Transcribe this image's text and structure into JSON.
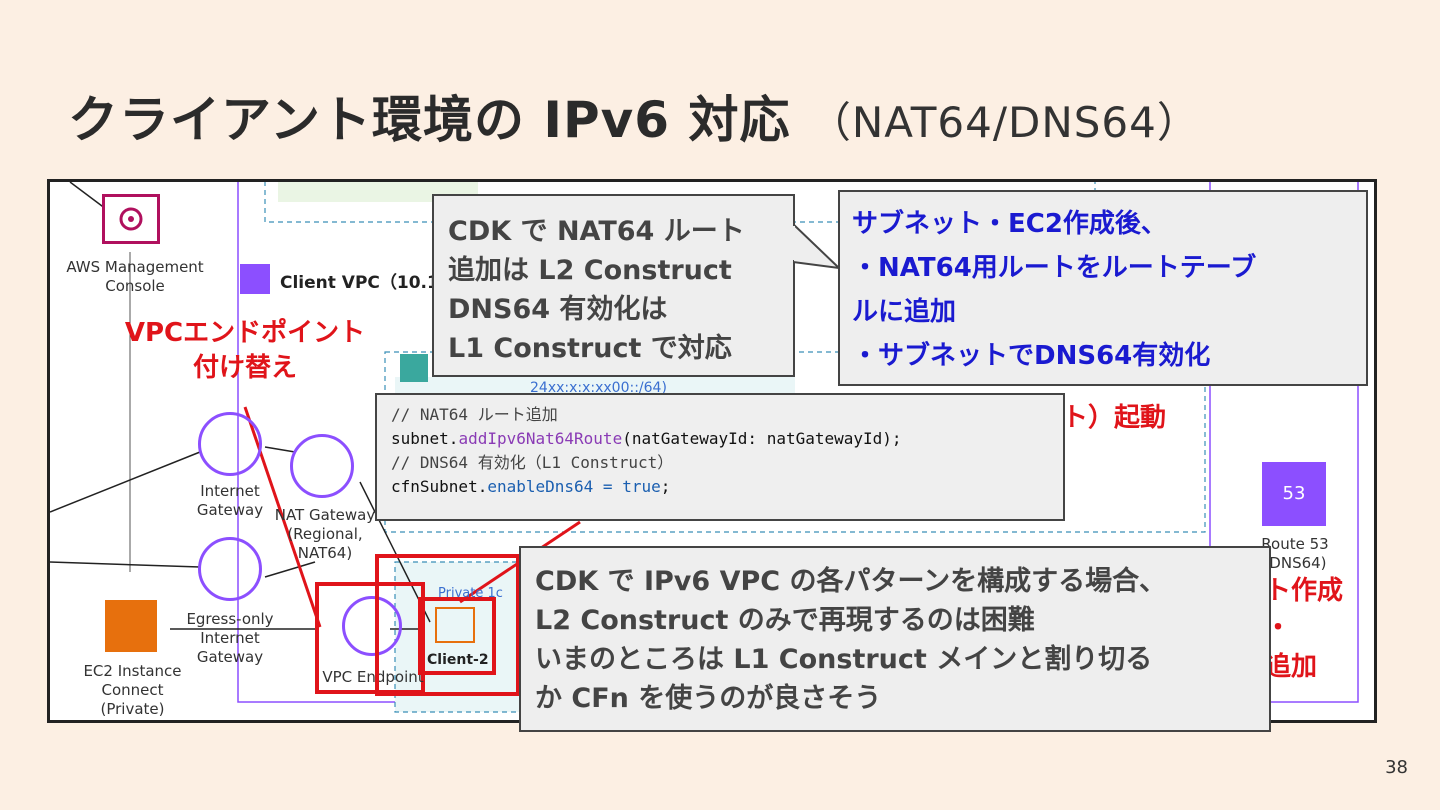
{
  "slide": {
    "title_main": "クライアント環境の IPv6 対応",
    "title_sub": "（NAT64/DNS64）",
    "page_number": "38"
  },
  "diagram": {
    "services": {
      "mgmt_console": "AWS Management\nConsole",
      "client_vpc": "Client VPC（10.1.",
      "internet_gateway": "Internet\nGateway",
      "nat_gateway": "NAT Gateway\n(Regional,\nNAT64)",
      "egress_only": "Egress-only\nInternet\nGateway",
      "ec2_connect": "EC2 Instance\nConnect\n(Private)",
      "vpc_endpoint": "VPC Endpoint",
      "client2": "Client-2",
      "private_1c": "Private 1c",
      "ipv6_cidr": "24xx:x:x:xx00::/64)",
      "route53": "Route 53\n(DNS64)"
    },
    "partial_labels": {
      "launch": "ト）起動",
      "create": "ト作成",
      "dot": "・",
      "add": "追加"
    }
  },
  "annotations": {
    "vpc_endpoint_note": "VPCエンドポイント\n付け替え",
    "cdk_l2_note": "CDK で NAT64 ルート\n追加は L2 Construct\nDNS64 有効化は\nL1 Construct で対応",
    "blue_note": "サブネット・EC2作成後、\n・NAT64用ルートをルートテーブ\nルに追加\n・サブネットでDNS64有効化",
    "bottom_note": "CDK で IPv6 VPC の各パターンを構成する場合、\nL2 Construct のみで再現するのは困難\nいまのところは L1 Construct メインと割り切る\nか CFn を使うのが良さそう"
  },
  "code": {
    "line1": "// NAT64 ルート追加",
    "line2_obj": "subnet.",
    "line2_fn": "addIpv6Nat64Route",
    "line2_args": "(natGatewayId: natGatewayId);",
    "line3": "// DNS64 有効化（L1 Construct）",
    "line4_obj": "cfnSubnet.",
    "line4_prop": "enableDns64 = true",
    "line4_end": ";"
  },
  "colors": {
    "background": "#fcefe3",
    "accent_red": "#e0141a",
    "accent_blue": "#1a1ad0",
    "aws_pink": "#b0105e",
    "aws_purple": "#8c4fff",
    "aws_orange": "#e7700d"
  },
  "icons": [
    "gear-icon",
    "cloud-icon",
    "lock-icon",
    "arch-icon",
    "nat-icon",
    "shield-icon",
    "chip-icon",
    "route53-icon"
  ]
}
